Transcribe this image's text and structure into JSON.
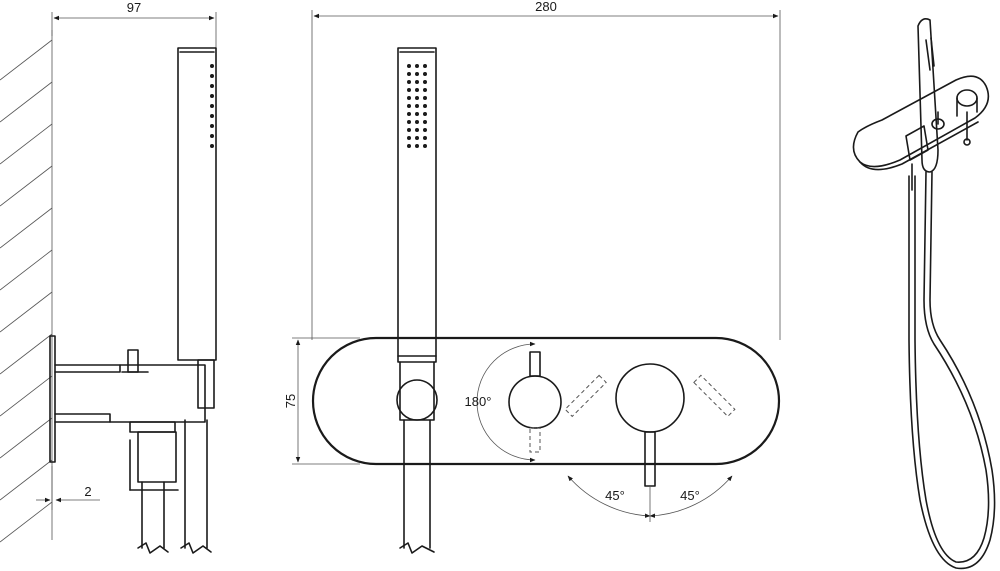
{
  "dimensions": {
    "side_depth": "97",
    "front_width": "280",
    "plate_height": "75",
    "wall_gap": "2"
  },
  "angles": {
    "diverter_rotation": "180°",
    "mixer_left": "45°",
    "mixer_right": "45°"
  }
}
